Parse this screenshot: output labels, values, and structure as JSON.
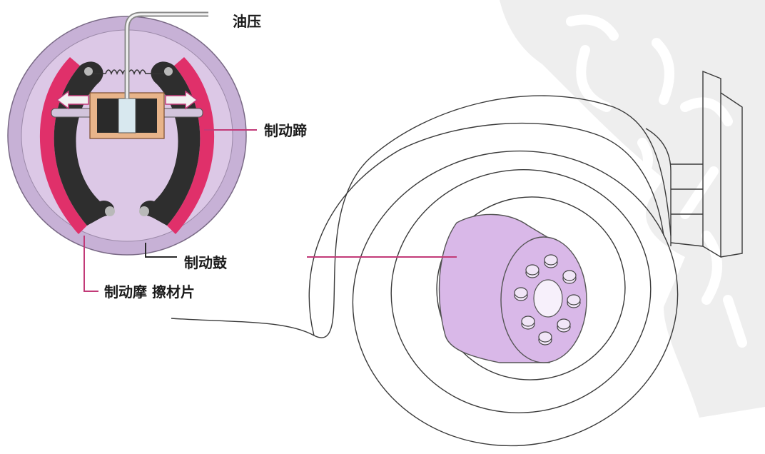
{
  "labels": {
    "oil_pressure": "油压",
    "brake_shoe": "制动蹄",
    "brake_drum": "制动鼓",
    "friction_lining": "制动摩 擦材片"
  },
  "colors": {
    "drum_face": "#dcc8e6",
    "drum_rim": "#c7b1d6",
    "shoe_body": "#2e2e2e",
    "lining": "#e0306a",
    "cylinder_frame": "#e8b48a",
    "piston": "#d8e8ef",
    "leader_pink": "#c23a78",
    "leader_dark": "#2a2a2a",
    "hub_tint": "#d9b8e8",
    "watermark": "#eeeeee",
    "arrow_fill": "#f2f2f2"
  },
  "icons": {
    "return_spring": "coil-spring-icon",
    "expand_left": "arrow-left-icon",
    "expand_right": "arrow-right-icon"
  }
}
